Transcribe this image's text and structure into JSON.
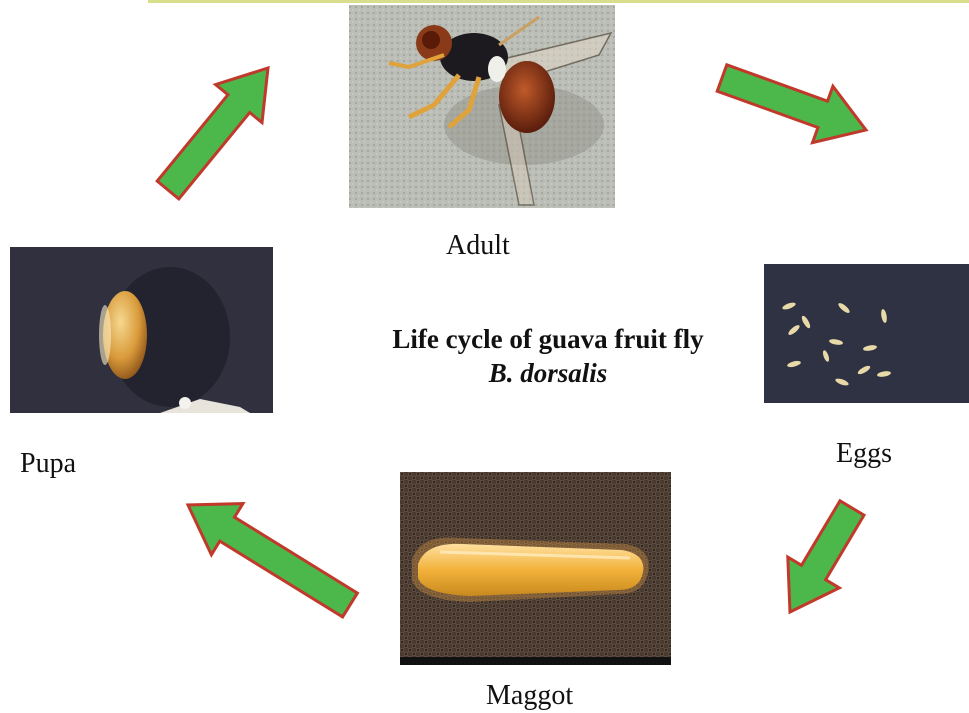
{
  "title": {
    "line1": "Life cycle of guava fruit fly",
    "line2": "B. dorsalis"
  },
  "stages": {
    "adult": "Adult",
    "eggs": "Eggs",
    "maggot": "Maggot",
    "pupa": "Pupa"
  },
  "colors": {
    "arrow_fill": "#4cb84c",
    "arrow_outline": "#c0392b",
    "top_rule": "#d8de8c"
  }
}
